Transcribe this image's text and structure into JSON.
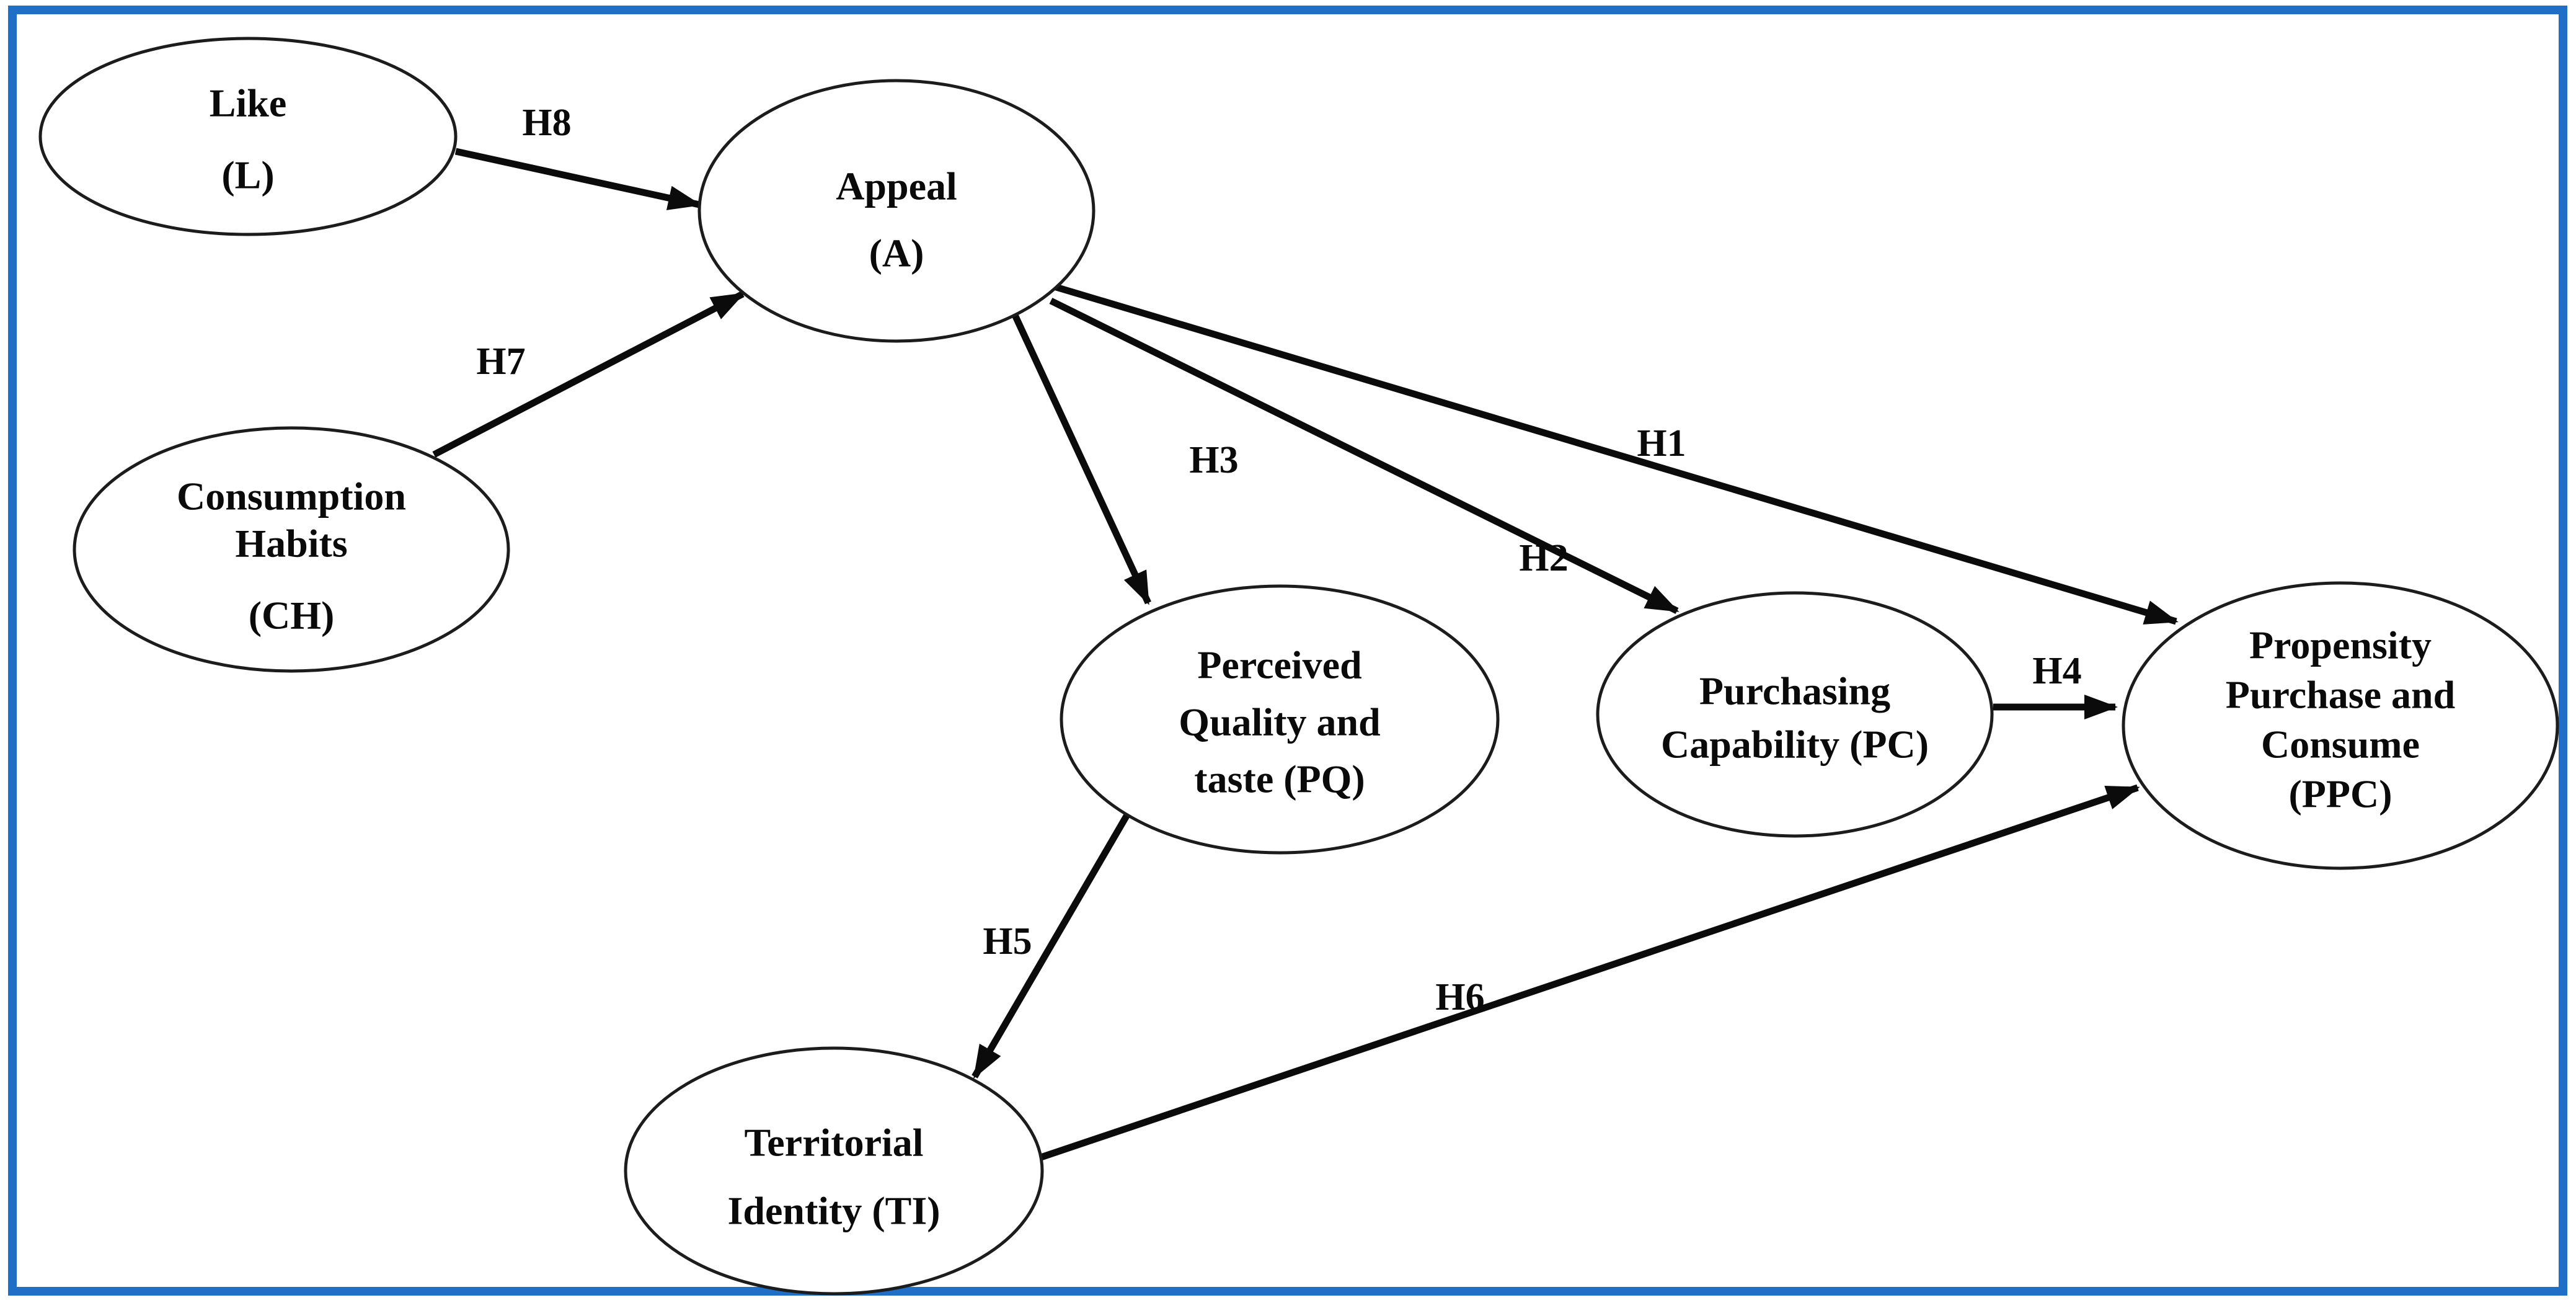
{
  "diagram": {
    "type": "path-model",
    "colors": {
      "border": "#1e6fc5",
      "line": "#0b0b0b",
      "text": "#0a0a0a",
      "background": "#ffffff"
    },
    "nodes": [
      {
        "id": "L",
        "name": "Like (L)",
        "lines": [
          "Like",
          "(L)"
        ]
      },
      {
        "id": "A",
        "name": "Appeal (A)",
        "lines": [
          "Appeal",
          "(A)"
        ]
      },
      {
        "id": "CH",
        "name": "Consumption Habits (CH)",
        "lines": [
          "Consumption",
          "Habits",
          "(CH)"
        ]
      },
      {
        "id": "PQ",
        "name": "Perceived Quality and taste (PQ)",
        "lines": [
          "Perceived",
          "Quality and",
          "taste (PQ)"
        ]
      },
      {
        "id": "PC",
        "name": "Purchasing Capability (PC)",
        "lines": [
          "Purchasing",
          "Capability (PC)"
        ]
      },
      {
        "id": "PPC",
        "name": "Propensity Purchase and Consume (PPC)",
        "lines": [
          "Propensity",
          "Purchase and",
          "Consume",
          "(PPC)"
        ]
      },
      {
        "id": "TI",
        "name": "Territorial Identity (TI)",
        "lines": [
          "Territorial",
          "Identity (TI)"
        ]
      }
    ],
    "edges": [
      {
        "label": "H1",
        "from": "A",
        "to": "PPC"
      },
      {
        "label": "H2",
        "from": "A",
        "to": "PC"
      },
      {
        "label": "H3",
        "from": "A",
        "to": "PQ"
      },
      {
        "label": "H4",
        "from": "PC",
        "to": "PPC"
      },
      {
        "label": "H5",
        "from": "PQ",
        "to": "TI"
      },
      {
        "label": "H6",
        "from": "TI",
        "to": "PPC"
      },
      {
        "label": "H7",
        "from": "CH",
        "to": "A"
      },
      {
        "label": "H8",
        "from": "L",
        "to": "A"
      }
    ]
  }
}
